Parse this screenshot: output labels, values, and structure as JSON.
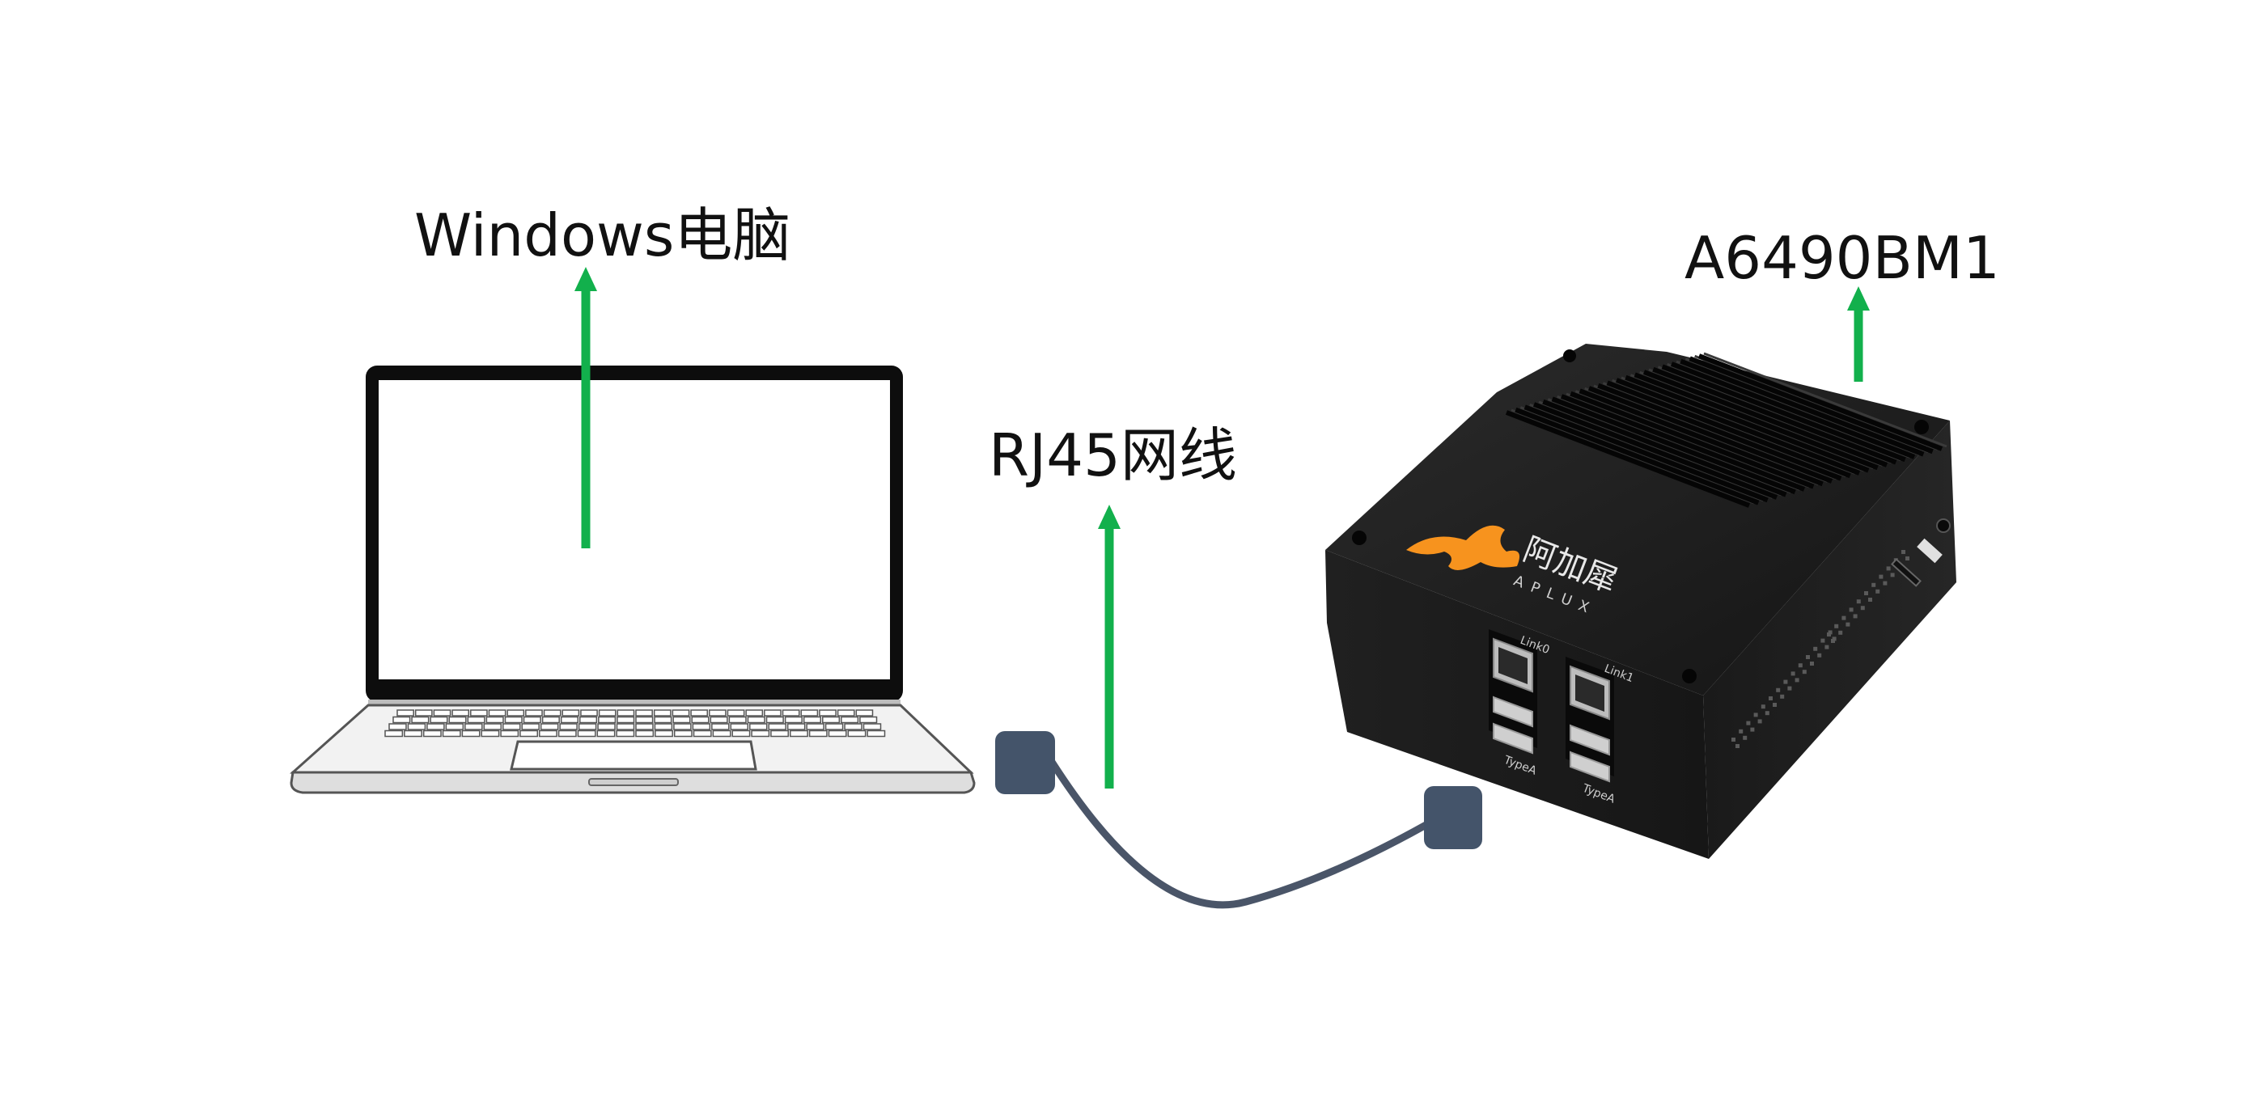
{
  "labels": {
    "computer": "Windows电脑",
    "cable": "RJ45网线",
    "device": "A6490BM1"
  },
  "device_panel": {
    "logo_cn": "阿加犀",
    "logo_en": "APLUX",
    "port_link0": "Link0",
    "port_link1": "Link1",
    "port_typea": "TypeA"
  },
  "colors": {
    "arrow": "#12b04c",
    "cable": "#4a5568",
    "connector": "#44546a",
    "device_body": "#1e1e1e",
    "logo_accent": "#f7931e"
  }
}
